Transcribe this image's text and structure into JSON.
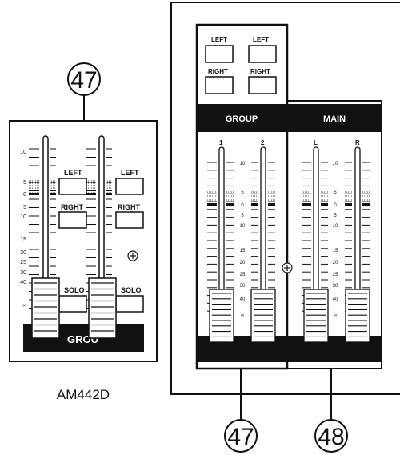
{
  "left_panel": {
    "callout": "47",
    "model_label": "AM442D",
    "group_strip": "GROU",
    "buttons": {
      "left": "LEFT",
      "right": "RIGHT",
      "solo": "SOLO"
    },
    "scale": [
      "10",
      "5",
      "0",
      "5",
      "10",
      "15",
      "20",
      "25",
      "30",
      "40",
      "∞"
    ]
  },
  "right_panel": {
    "callout_group": "47",
    "callout_main": "48",
    "buttons": {
      "left": "LEFT",
      "right": "RIGHT"
    },
    "group_header": "GROUP",
    "main_header": "MAIN",
    "channels": [
      "1",
      "2",
      "L",
      "R"
    ],
    "scale": [
      "10",
      "5",
      "0",
      "5",
      "10",
      "15",
      "20",
      "25",
      "30",
      "40",
      "∞"
    ]
  },
  "colors": {
    "ink": "#111111",
    "paper": "#ffffff"
  }
}
